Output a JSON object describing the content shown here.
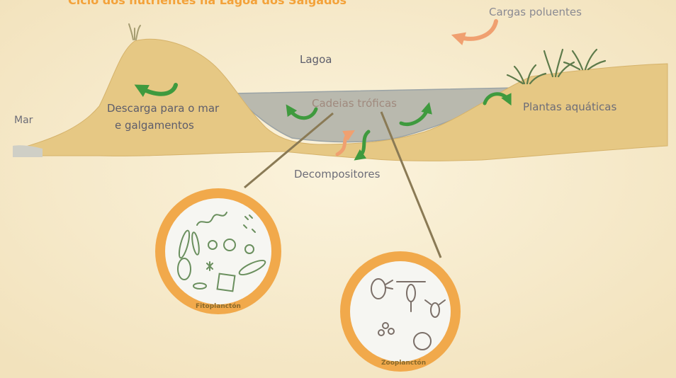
{
  "title": "Ciclo dos nutrientes na Lagoa dos Salgados",
  "labels": {
    "mar": "Mar",
    "lagoa": "Lagoa",
    "cargas": "Cargas poluentes",
    "descarga_line1": "Descarga para o mar",
    "descarga_line2": "e galgamentos",
    "cadeias": "Cadeias tróficas",
    "plantas": "Plantas aquáticas",
    "decompositores": "Decompositores",
    "fitoplancton": "Fitoplanctón",
    "zooplancton": "Zooplanctón"
  },
  "colors": {
    "background": "#f7ecd0",
    "sand": "#e6c884",
    "water": "#b8b8ad",
    "green_arrow": "#3f9a3e",
    "orange_arrow": "#f0a070",
    "title": "#f3a23a",
    "text": "#6d6d78",
    "ring": "#f1a94b",
    "pointer_line": "#8a7a55"
  }
}
